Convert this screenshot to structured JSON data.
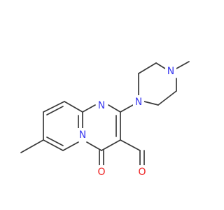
{
  "diagram": {
    "type": "chemical-structure",
    "colors": {
      "bond": "#3a3a3a",
      "nitrogen": "#3b3bf0",
      "oxygen": "#ee2020",
      "background": "#ffffff"
    },
    "atom_labels": {
      "n_pyrimidine": "N",
      "n_bridgehead": "N",
      "n_piperazine_1": "N",
      "n_piperazine_4": "N",
      "o_ketone": "O",
      "o_aldehyde": "O"
    }
  }
}
